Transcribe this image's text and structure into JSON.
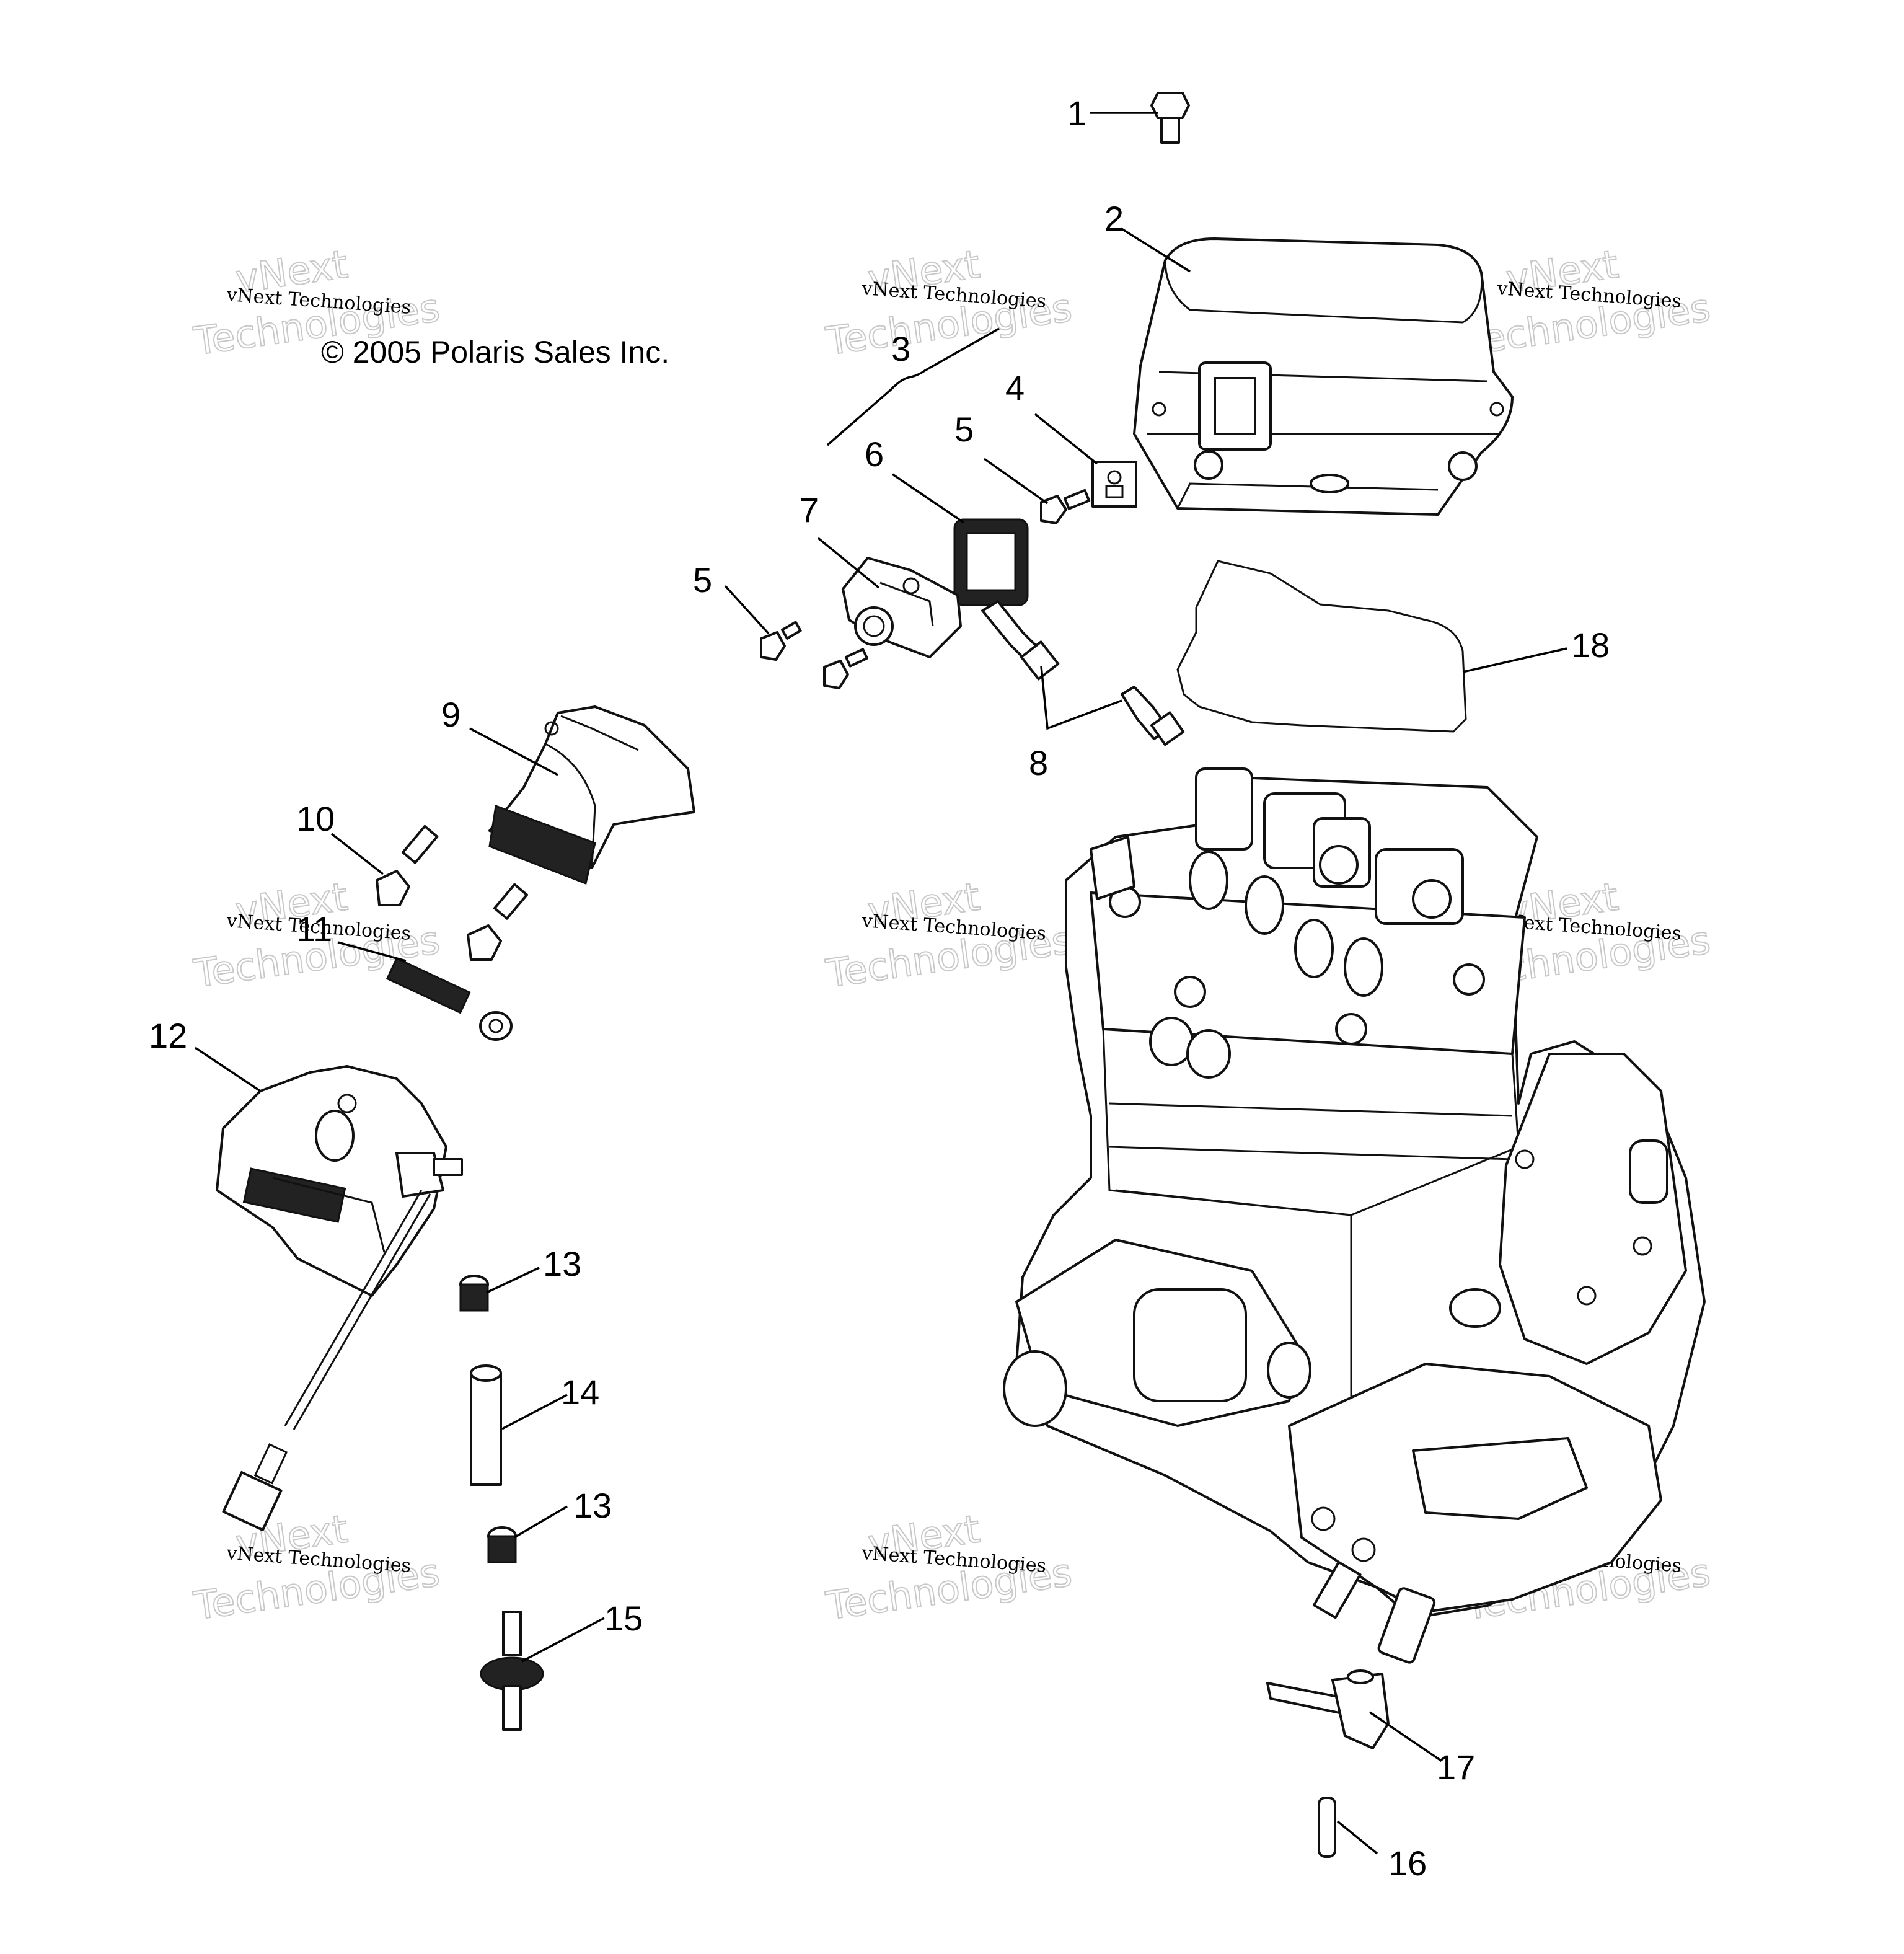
{
  "copyright": "© 2005 Polaris Sales Inc.",
  "watermark": {
    "small": "vNext Technologies",
    "big_line1": "vNext",
    "big_line2": "Technologies"
  },
  "callouts": [
    "1",
    "2",
    "3",
    "4",
    "5",
    "5",
    "6",
    "7",
    "8",
    "9",
    "10",
    "11",
    "12",
    "13",
    "13",
    "14",
    "15",
    "16",
    "17",
    "18"
  ]
}
